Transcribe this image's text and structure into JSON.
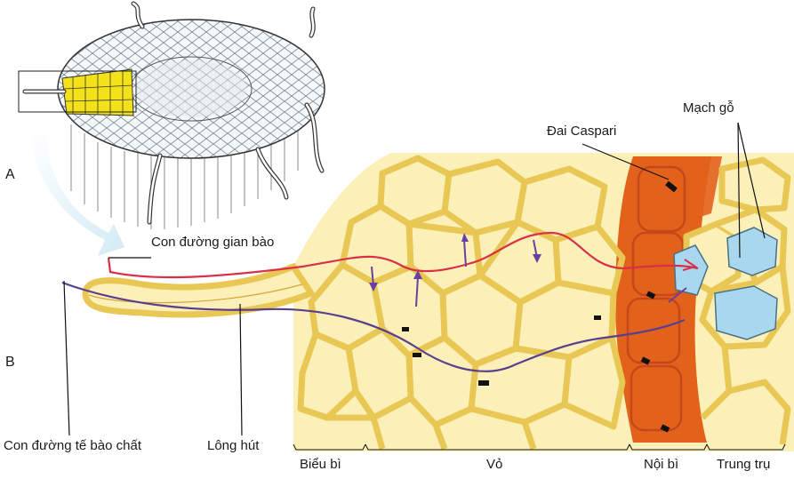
{
  "panel_labels": {
    "a": "A",
    "b": "B"
  },
  "labels": {
    "apoplast_path": "Con đường gian bào",
    "casparian_strip": "Đai Caspari",
    "xylem_vessel": "Mạch gỗ",
    "symplast_path": "Con đường tế bào chất",
    "root_hair": "Lông hút",
    "epidermis": "Biểu bì",
    "cortex": "Vỏ",
    "endodermis": "Nội bì",
    "stele": "Trung trụ"
  },
  "colors": {
    "cell_fill": "#fbf0b8",
    "cell_wall": "#e9c755",
    "endodermis": "#e2621c",
    "xylem": "#a9d8ee",
    "apoplast_line": "#d9304a",
    "symplast_line": "#5a3f8f",
    "arrow_blue": "#cfe9f3"
  }
}
